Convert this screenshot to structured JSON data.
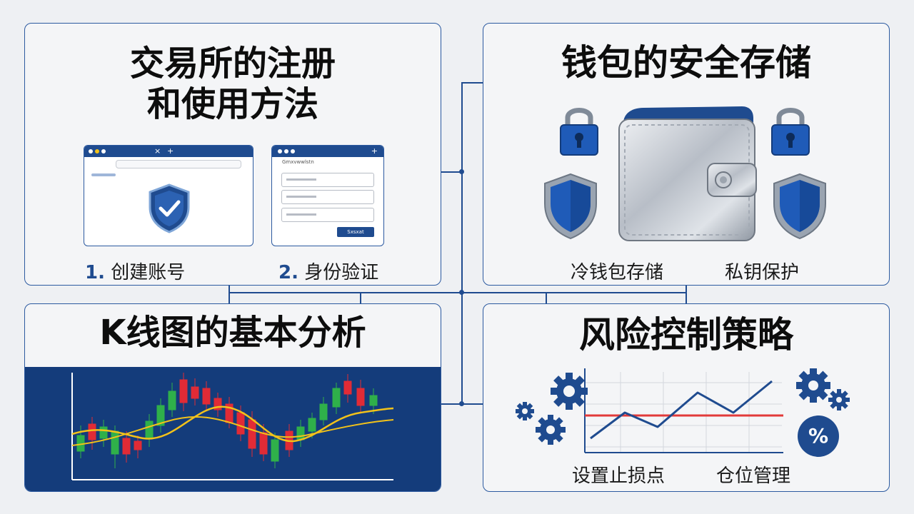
{
  "colors": {
    "accent": "#1f4b8f",
    "panel_border": "#2c5aa0",
    "chart_bg": "#143c7b",
    "bull": "#2fb04a",
    "bear": "#e12b36",
    "ma_line": "#f2c21a",
    "stop_line": "#e23a3a",
    "trend_line": "#1f4b8f"
  },
  "panels": {
    "exchange": {
      "title_line1": "交易所的注册",
      "title_line2": "和使用方法",
      "step1_num": "1.",
      "step1_text": "创建账号",
      "step2_num": "2.",
      "step2_text": "身份验证",
      "browser_close": "×",
      "browser_plus": "+",
      "form_caption": "Gmxvwwlstn",
      "submit_label": "Sxsxat",
      "icons": [
        "shield-check-icon"
      ]
    },
    "wallet": {
      "title": "钱包的安全存储",
      "label_left": "冷钱包存储",
      "label_right": "私钥保护",
      "icons": [
        "padlock-icon",
        "shield-icon",
        "wallet-icon"
      ]
    },
    "kline": {
      "title": "K线图的基本分析",
      "icons": [
        "candlestick-chart"
      ]
    },
    "risk": {
      "title": "风险控制策略",
      "label_left": "设置止损点",
      "label_right": "仓位管理",
      "percent_symbol": "%",
      "icons": [
        "gear-icon",
        "percent-icon",
        "line-chart"
      ]
    }
  }
}
